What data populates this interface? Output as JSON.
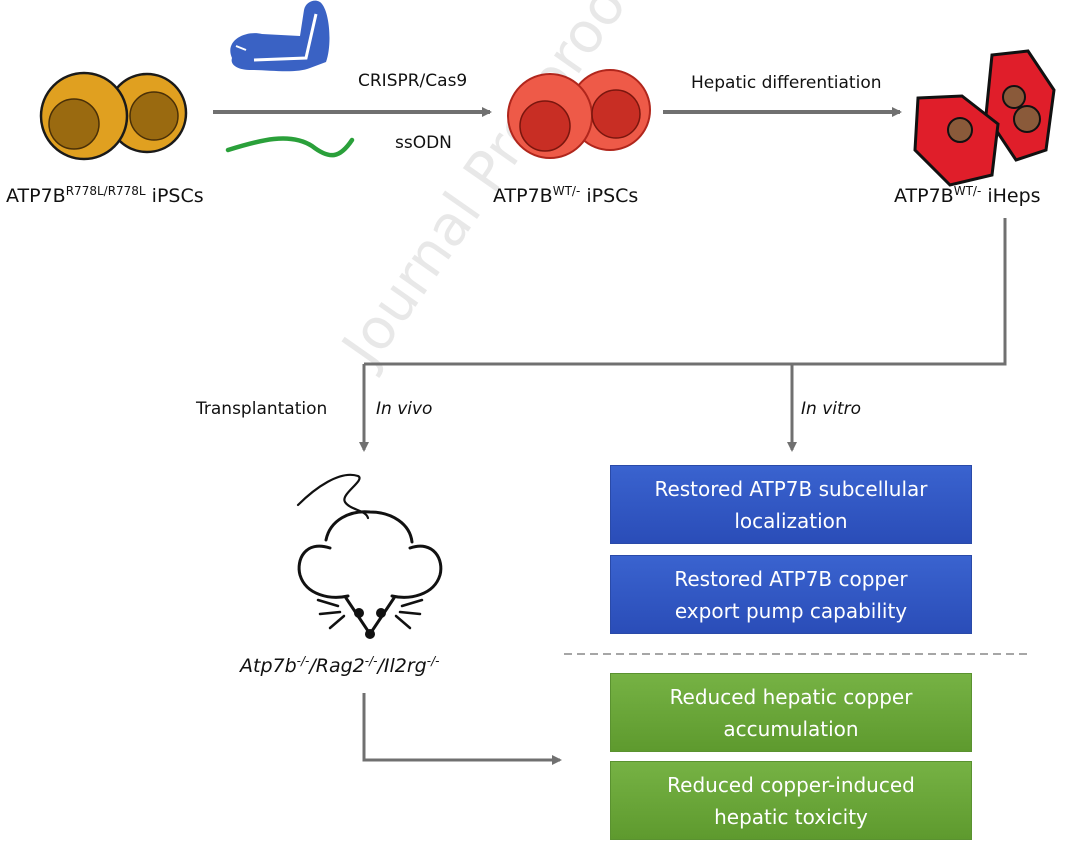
{
  "cells": {
    "mutant_ipscs": {
      "base": "ATP7B",
      "sup": "R778L/R778L",
      "suffix": " iPSCs"
    },
    "corrected_ipscs": {
      "base": "ATP7B",
      "sup": "WT/-",
      "suffix": " iPSCs"
    },
    "iheps": {
      "base": "ATP7B",
      "sup": "WT/-",
      "suffix": " iHeps"
    }
  },
  "steps": {
    "crispr": "CRISPR/Cas9",
    "ssodn": "ssODN",
    "hepatic_differentiation": "Hepatic differentiation",
    "transplantation": "Transplantation",
    "in_vivo": "In vivo",
    "in_vitro": "In vitro"
  },
  "mouse_model": {
    "parts": [
      {
        "gene": "Atp7b",
        "sup": "-/-"
      },
      {
        "gene": "/Rag2",
        "sup": "-/-"
      },
      {
        "gene": "/Il2rg",
        "sup": "-/-"
      }
    ]
  },
  "outcomes": {
    "in_vitro": [
      {
        "line1": "Restored ATP7B subcellular",
        "line2": "localization"
      },
      {
        "line1": "Restored ATP7B copper",
        "line2": "export pump capability"
      }
    ],
    "in_vivo": [
      {
        "line1": "Reduced hepatic copper",
        "line2": "accumulation"
      },
      {
        "line1": "Reduced copper-induced",
        "line2": "hepatic toxicity"
      }
    ]
  },
  "watermark": "Journal Pre-proof",
  "colors": {
    "mutant_cell": "#e0a020",
    "mutant_nucleus": "#9a6a10",
    "corrected_cell": "#ee5a48",
    "corrected_nucleus": "#c82e24",
    "hepatocyte": "#e01e2a",
    "hepatocyte_nucleus": "#8a5a3a",
    "cas9": "#3a62c4",
    "ssodn": "#2aa03a",
    "arrow": "#707070",
    "in_vitro_box": "#2f55c0",
    "in_vivo_box": "#6aa83a"
  }
}
